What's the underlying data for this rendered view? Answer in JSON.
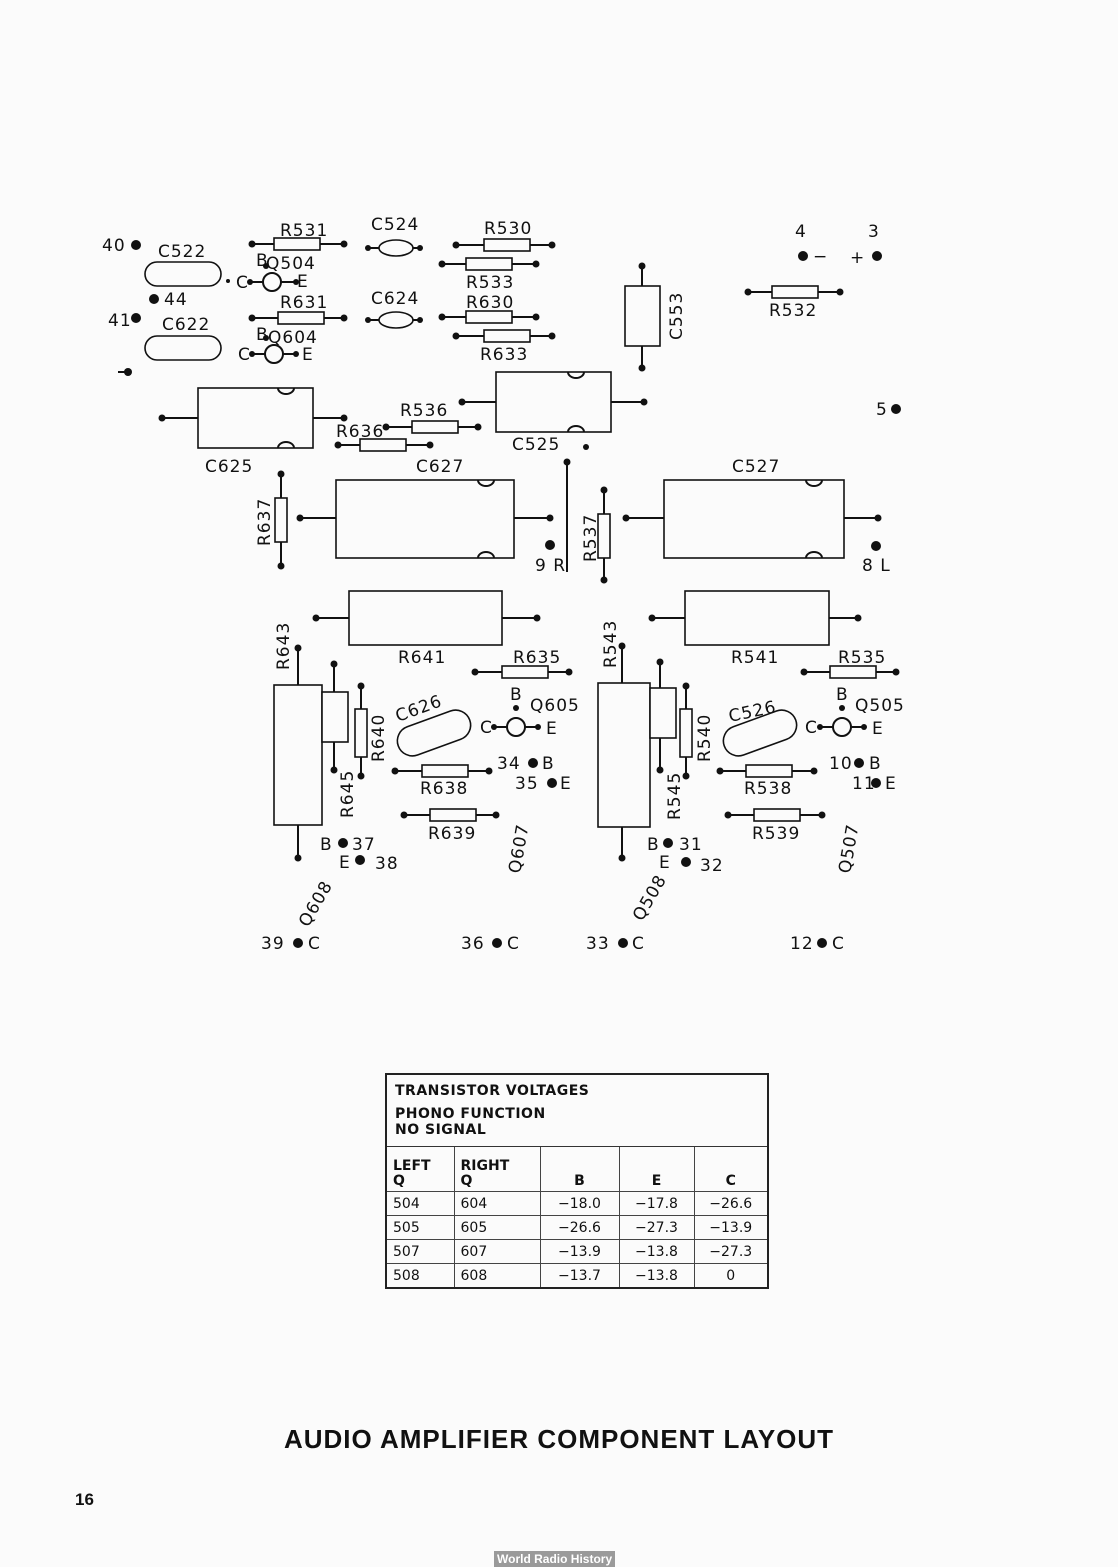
{
  "diagram": {
    "components": {
      "C522": "C522",
      "C622": "C622",
      "C524": "C524",
      "C624": "C624",
      "R531": "R531",
      "R631": "R631",
      "R530": "R530",
      "R533": "R533",
      "R630": "R630",
      "R633": "R633",
      "R532": "R532",
      "C553": "C553",
      "R536": "R536",
      "R636": "R636",
      "C525": "C525",
      "C625": "C625",
      "C627": "C627",
      "C527": "C527",
      "R637": "R637",
      "R537": "R537",
      "R641": "R641",
      "R541": "R541",
      "R643": "R643",
      "R543": "R543",
      "R635": "R635",
      "R535": "R535",
      "C626": "C626",
      "C526": "C526",
      "R640": "R640",
      "R540": "R540",
      "R645": "R645",
      "R545": "R545",
      "R638": "R638",
      "R538": "R538",
      "R639": "R639",
      "R539": "R539"
    },
    "transistors": {
      "Q504": "Q504",
      "Q604": "Q604",
      "Q605": "Q605",
      "Q505": "Q505",
      "Q607": "Q607",
      "Q507": "Q507",
      "Q608": "Q608",
      "Q508": "Q508"
    },
    "pin_letters": {
      "B": "B",
      "C": "C",
      "E": "E"
    },
    "terminals": {
      "t40": "40",
      "t41": "41",
      "t44": "44",
      "t4": "4",
      "t3": "3",
      "t5": "5",
      "minus": "−",
      "plus": "+",
      "t9R": "9 R",
      "t8L": "8 L",
      "t34B": "34",
      "t35E": "35",
      "t10B": "10",
      "t11E": "11",
      "t37": "37",
      "t38": "38",
      "t31": "31",
      "t32": "32",
      "t39C": "39",
      "t36C": "36",
      "t33C": "33",
      "t12C": "12"
    }
  },
  "voltage_table": {
    "title": "TRANSISTOR VOLTAGES",
    "subtitle": "PHONO FUNCTION",
    "subtitle2": "NO SIGNAL",
    "headers": {
      "left": "LEFT",
      "left_q": "Q",
      "right": "RIGHT",
      "right_q": "Q",
      "b": "B",
      "e": "E",
      "c": "C"
    },
    "rows": [
      {
        "left": "504",
        "right": "604",
        "b": "−18.0",
        "e": "−17.8",
        "c": "−26.6"
      },
      {
        "left": "505",
        "right": "605",
        "b": "−26.6",
        "e": "−27.3",
        "c": "−13.9"
      },
      {
        "left": "507",
        "right": "607",
        "b": "−13.9",
        "e": "−13.8",
        "c": "−27.3"
      },
      {
        "left": "508",
        "right": "608",
        "b": "−13.7",
        "e": "−13.8",
        "c": "0"
      }
    ]
  },
  "page_title": "AUDIO AMPLIFIER COMPONENT LAYOUT",
  "page_number": "16",
  "watermark": "World Radio History"
}
